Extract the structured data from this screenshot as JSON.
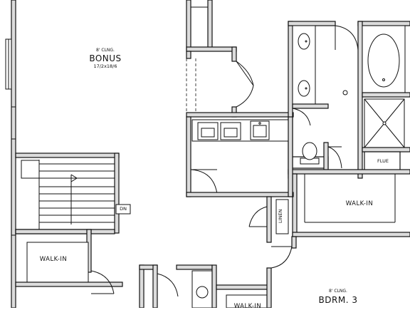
{
  "rooms": {
    "bonus": {
      "ceiling": "8' CLNG.",
      "name": "BONUS",
      "dims": "17/2x18/6"
    },
    "walkin_master": {
      "name": "WALK-IN"
    },
    "walkin_left": {
      "name": "WALK-IN"
    },
    "walkin_bottom": {
      "name": "WALK-IN"
    },
    "bedroom3": {
      "ceiling": "8' CLNG.",
      "name": "BDRM. 3"
    },
    "linen": {
      "name": "LINEN"
    },
    "flue": {
      "name": "FLUE"
    },
    "stair": {
      "direction": "DN"
    }
  }
}
